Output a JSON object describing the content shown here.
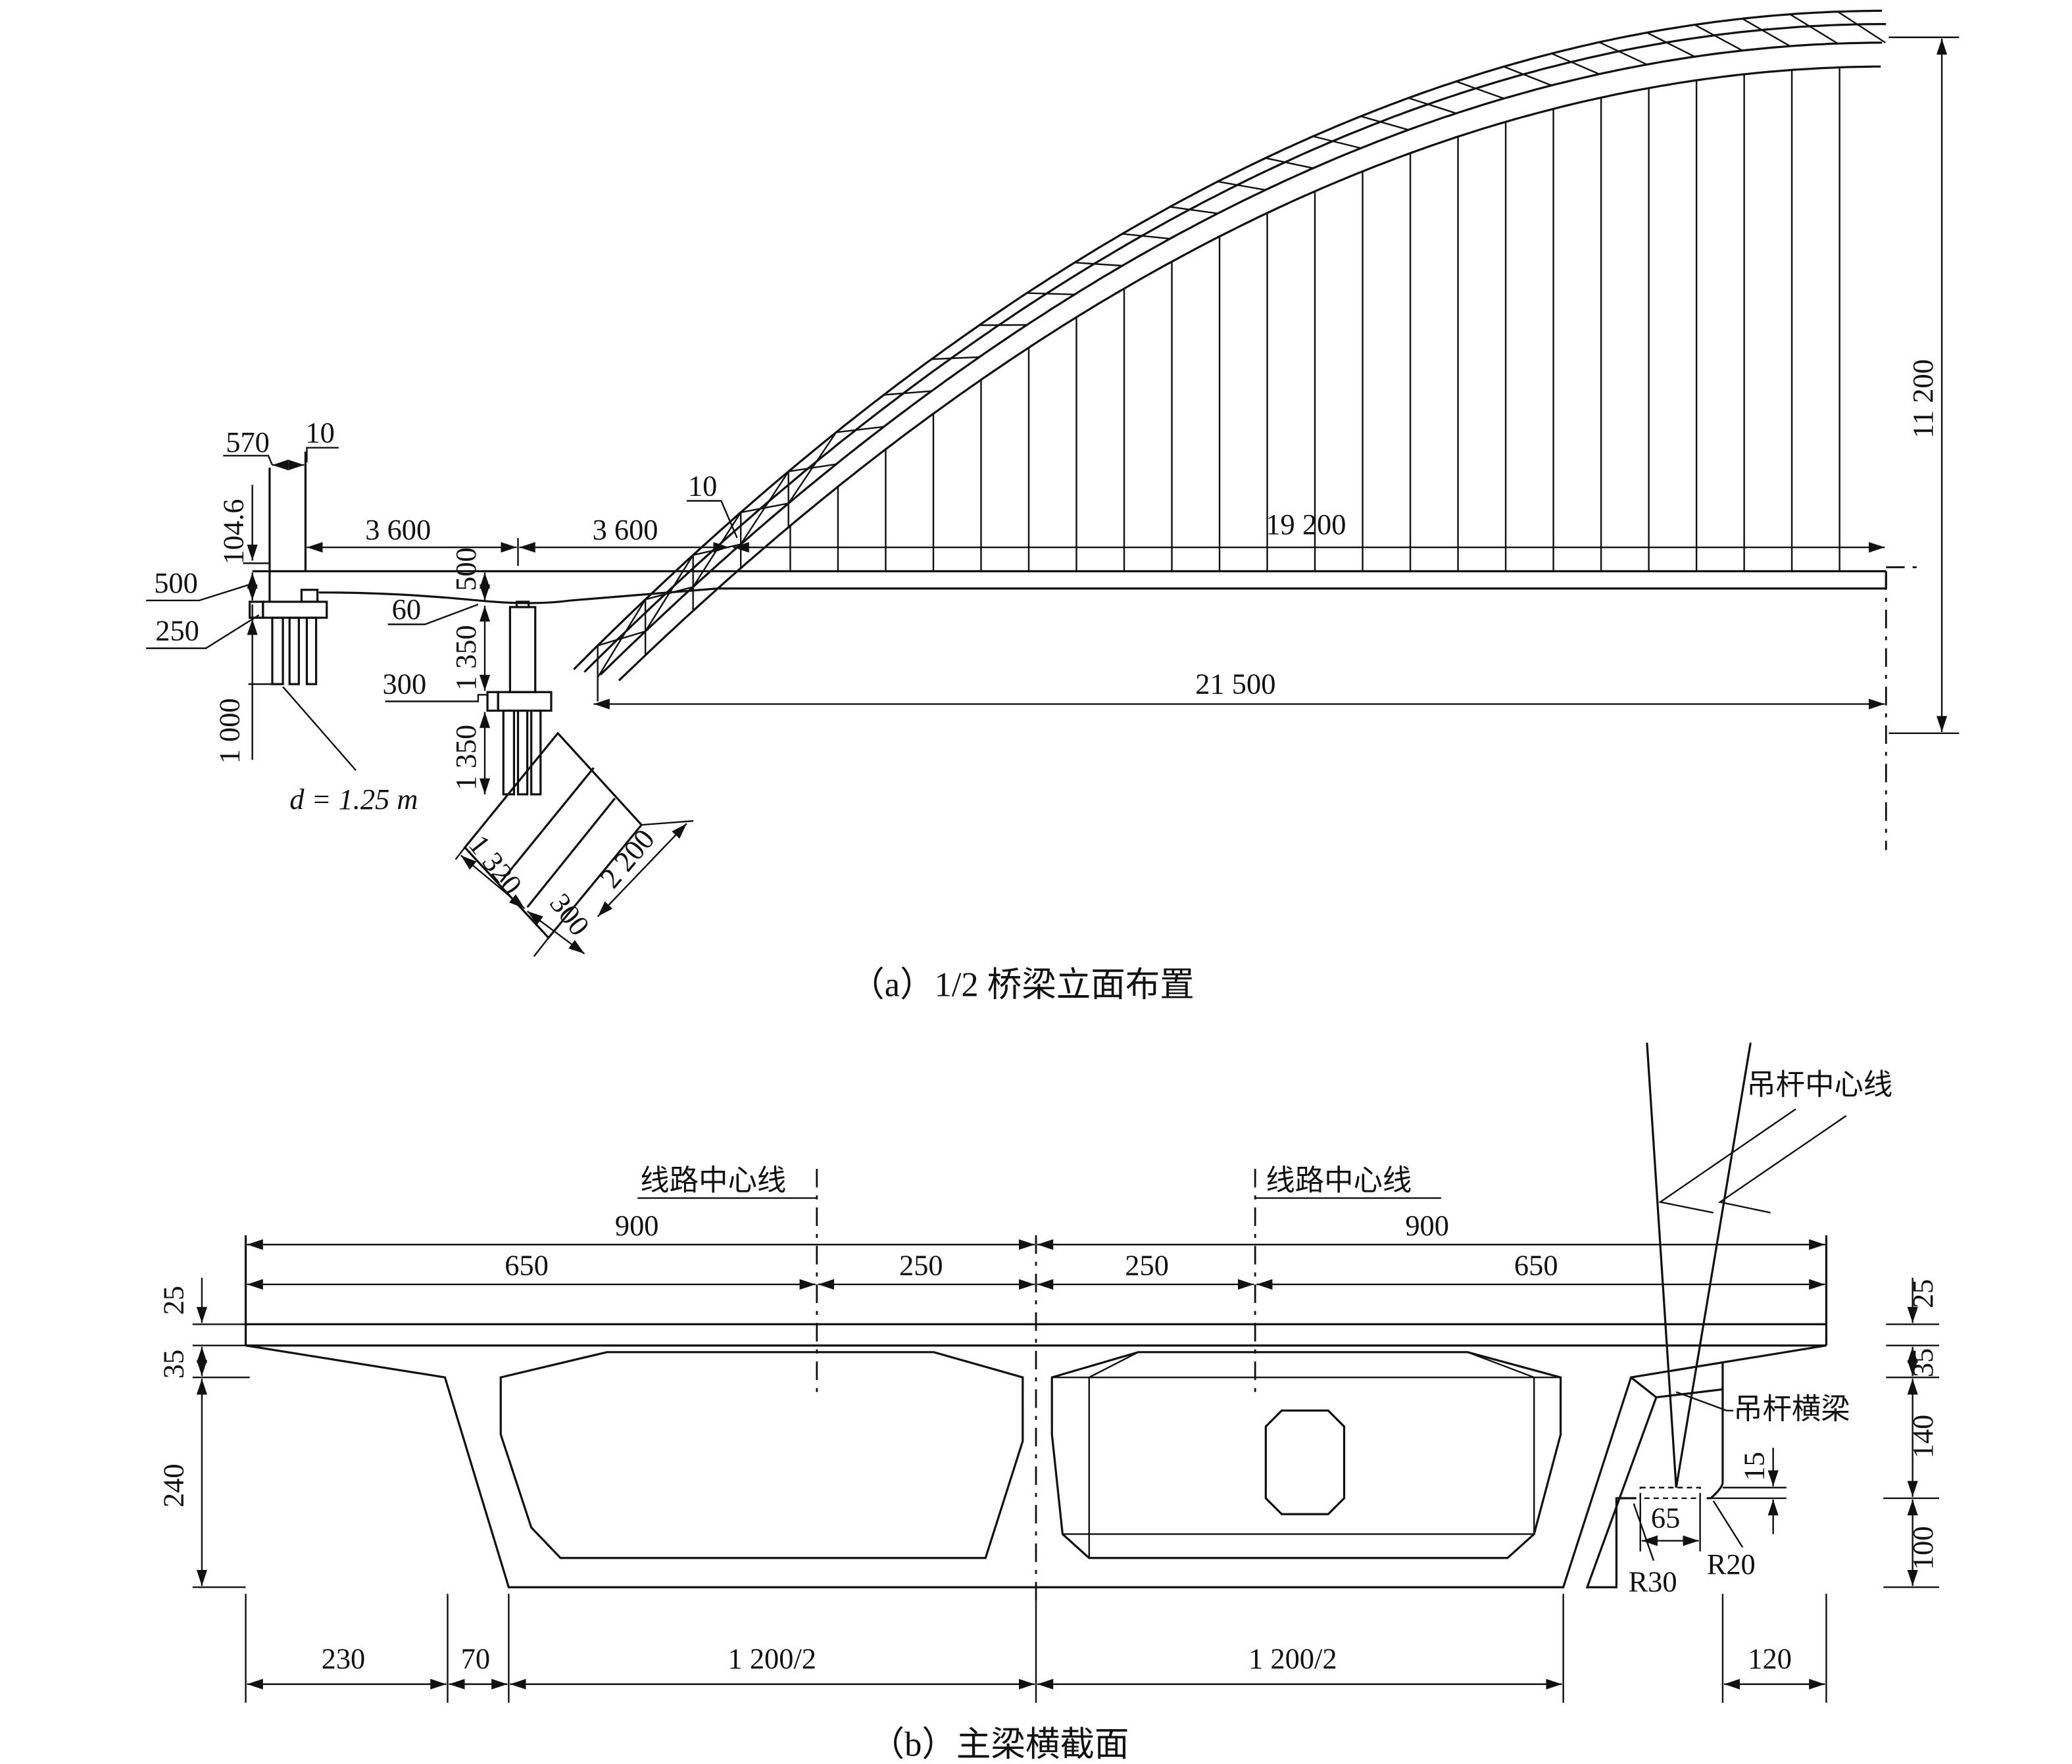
{
  "elevation": {
    "caption": "（a）1/2 桥梁立面布置",
    "dim_570": "570",
    "dim_10_top": "10",
    "dim_104_6": "104.6",
    "dim_500_left": "500",
    "dim_250": "250",
    "dim_1000": "1 000",
    "dim_3600_a": "3 600",
    "dim_3600_b": "3 600",
    "dim_500_pier": "500",
    "dim_60": "60",
    "dim_1350_a": "1 350",
    "dim_300_cap": "300",
    "dim_1350_b": "1 350",
    "pile_diameter": "d = 1.25 m",
    "dim_10_arch": "10",
    "dim_19200": "19 200",
    "dim_21500": "21 500",
    "dim_11200": "11 200",
    "dim_1320": "1 320",
    "dim_300_base": "300",
    "dim_2200": "2 200",
    "hanger_count": 23
  },
  "section": {
    "caption": "（b）主梁横截面",
    "track_centerline_left": "线路中心线",
    "track_centerline_right": "线路中心线",
    "dim_900_left": "900",
    "dim_900_right": "900",
    "dim_650_left": "650",
    "dim_250_left": "250",
    "dim_250_right": "250",
    "dim_650_right": "650",
    "hanger_centerline": "吊杆中心线",
    "hanger_crossbeam": "吊杆横梁",
    "left_25": "25",
    "left_35": "35",
    "left_240": "240",
    "right_25": "25",
    "right_35": "35",
    "right_140": "140",
    "right_100": "100",
    "dim_15": "15",
    "dim_65": "65",
    "radius_r30": "R30",
    "radius_r20": "R20",
    "bottom_230": "230",
    "bottom_70": "70",
    "bottom_600_left": "1 200/2",
    "bottom_600_right": "1 200/2",
    "bottom_120": "120"
  }
}
